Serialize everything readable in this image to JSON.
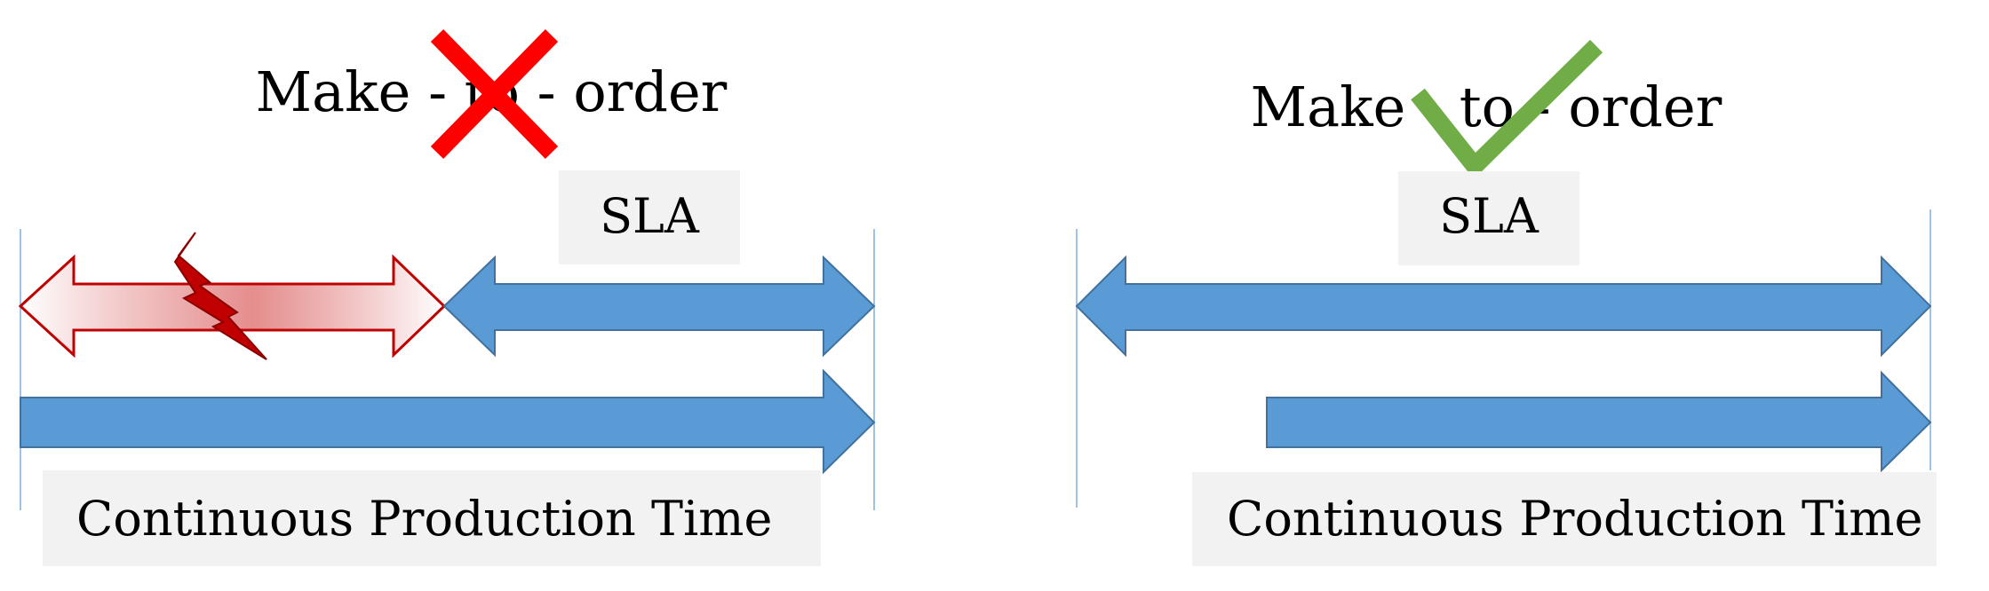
{
  "colors": {
    "blue_arrow": "#5b9bd5",
    "blue_arrow_stroke": "#41719c",
    "red_arrow_fill": "#e07a7a",
    "red_arrow_stroke": "#c00000",
    "lightning": "#c00000",
    "cross_mark": "#ff0000",
    "check_mark": "#70ad47",
    "label_bg": "#f2f2f2",
    "boundary_line": "#9dc3e6"
  },
  "left_panel": {
    "heading": "Make - to - order",
    "heading_status": "rejected",
    "status_icon": "cross-mark-icon",
    "sla_label": "SLA",
    "production_label": "Continuous Production Time",
    "shortfall_icon": "lightning-icon"
  },
  "right_panel": {
    "heading": "Make - to - order",
    "heading_status": "accepted",
    "status_icon": "check-mark-icon",
    "sla_label": "SLA",
    "production_label": "Continuous Production Time"
  }
}
